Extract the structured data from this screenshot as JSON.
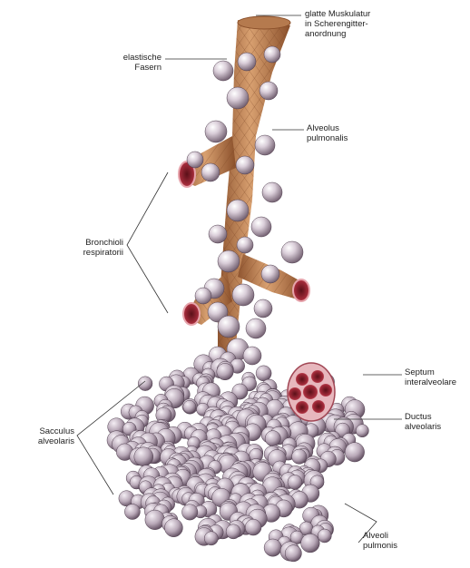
{
  "labels": {
    "smooth_muscle": [
      "glatte Muskulatur",
      "in Scherengitter-",
      "anordnung"
    ],
    "elastic_fibers": [
      "elastische",
      "Fasern"
    ],
    "alveolus": [
      "Alveolus",
      "pulmonalis"
    ],
    "bronchioles": [
      "Bronchioli",
      "respiratorii"
    ],
    "septum": [
      "Septum",
      "interalveolare"
    ],
    "ductus": [
      "Ductus",
      "alveolaris"
    ],
    "sacculus": [
      "Sacculus",
      "alveolaris"
    ],
    "alveoli": [
      "Alveoli",
      "pulmonis"
    ]
  },
  "colors": {
    "bronchiole": "#c98d5c",
    "bronchiole_dark": "#9a5d34",
    "alveolus": "#c9bcc8",
    "alveolus_dark": "#6b5a6b",
    "cut_surface": "#b53a4a",
    "leader": "#333333"
  }
}
